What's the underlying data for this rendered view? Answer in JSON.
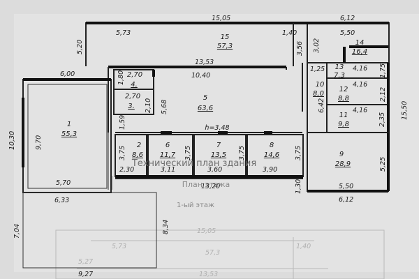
{
  "plan": {
    "watermark": "Технический план здания",
    "subtitle": "План этажа",
    "floor_label": "1-ый этаж",
    "height_label": "h=3,48",
    "rooms": [
      {
        "id": "room-1",
        "number": "1",
        "area": "55,3"
      },
      {
        "id": "room-2",
        "number": "2",
        "area": "8,6"
      },
      {
        "id": "room-3",
        "number": "2,70",
        "area": "3."
      },
      {
        "id": "room-4",
        "number": "2,70",
        "area": "4."
      },
      {
        "id": "room-5",
        "number": "5",
        "area": "63,6"
      },
      {
        "id": "room-6",
        "number": "6",
        "area": "11,7"
      },
      {
        "id": "room-7",
        "number": "7",
        "area": "13,5"
      },
      {
        "id": "room-8",
        "number": "8",
        "area": "14,6"
      },
      {
        "id": "room-9",
        "number": "9",
        "area": "28,9"
      },
      {
        "id": "room-10",
        "number": "10",
        "area": "8,0"
      },
      {
        "id": "room-11",
        "number": "11",
        "area": "9,8"
      },
      {
        "id": "room-12",
        "number": "12",
        "area": "8,8"
      },
      {
        "id": "room-13",
        "number": "13",
        "area": "7,3"
      },
      {
        "id": "room-14",
        "number": "14",
        "area": "16,4"
      },
      {
        "id": "room-15",
        "number": "15",
        "area": "57,3"
      }
    ],
    "dimensions": [
      "15,05",
      "6,12",
      "5,73",
      "1,40",
      "5,50",
      "5,20",
      "3,56",
      "3,02",
      "13,53",
      "6,00",
      "10,40",
      "1,80",
      "1,25",
      "4,16",
      "1,75",
      "2,12",
      "15,50",
      "5,68",
      "2,10",
      "6,42",
      "2,35",
      "10,30",
      "9,70",
      "1,59",
      "3,75",
      "3,75",
      "3,75",
      "3,75",
      "2,30",
      "3,11",
      "3,60",
      "3,90",
      "5,25",
      "5,70",
      "13,20",
      "1,30",
      "5,50",
      "6,33",
      "6,12",
      "7,04",
      "8,34",
      "9,27",
      "4,16",
      "4,16"
    ],
    "ghost_labels": [
      "15,05",
      "57,3",
      "13,53",
      "5,73",
      "1,40",
      "5,27"
    ]
  }
}
